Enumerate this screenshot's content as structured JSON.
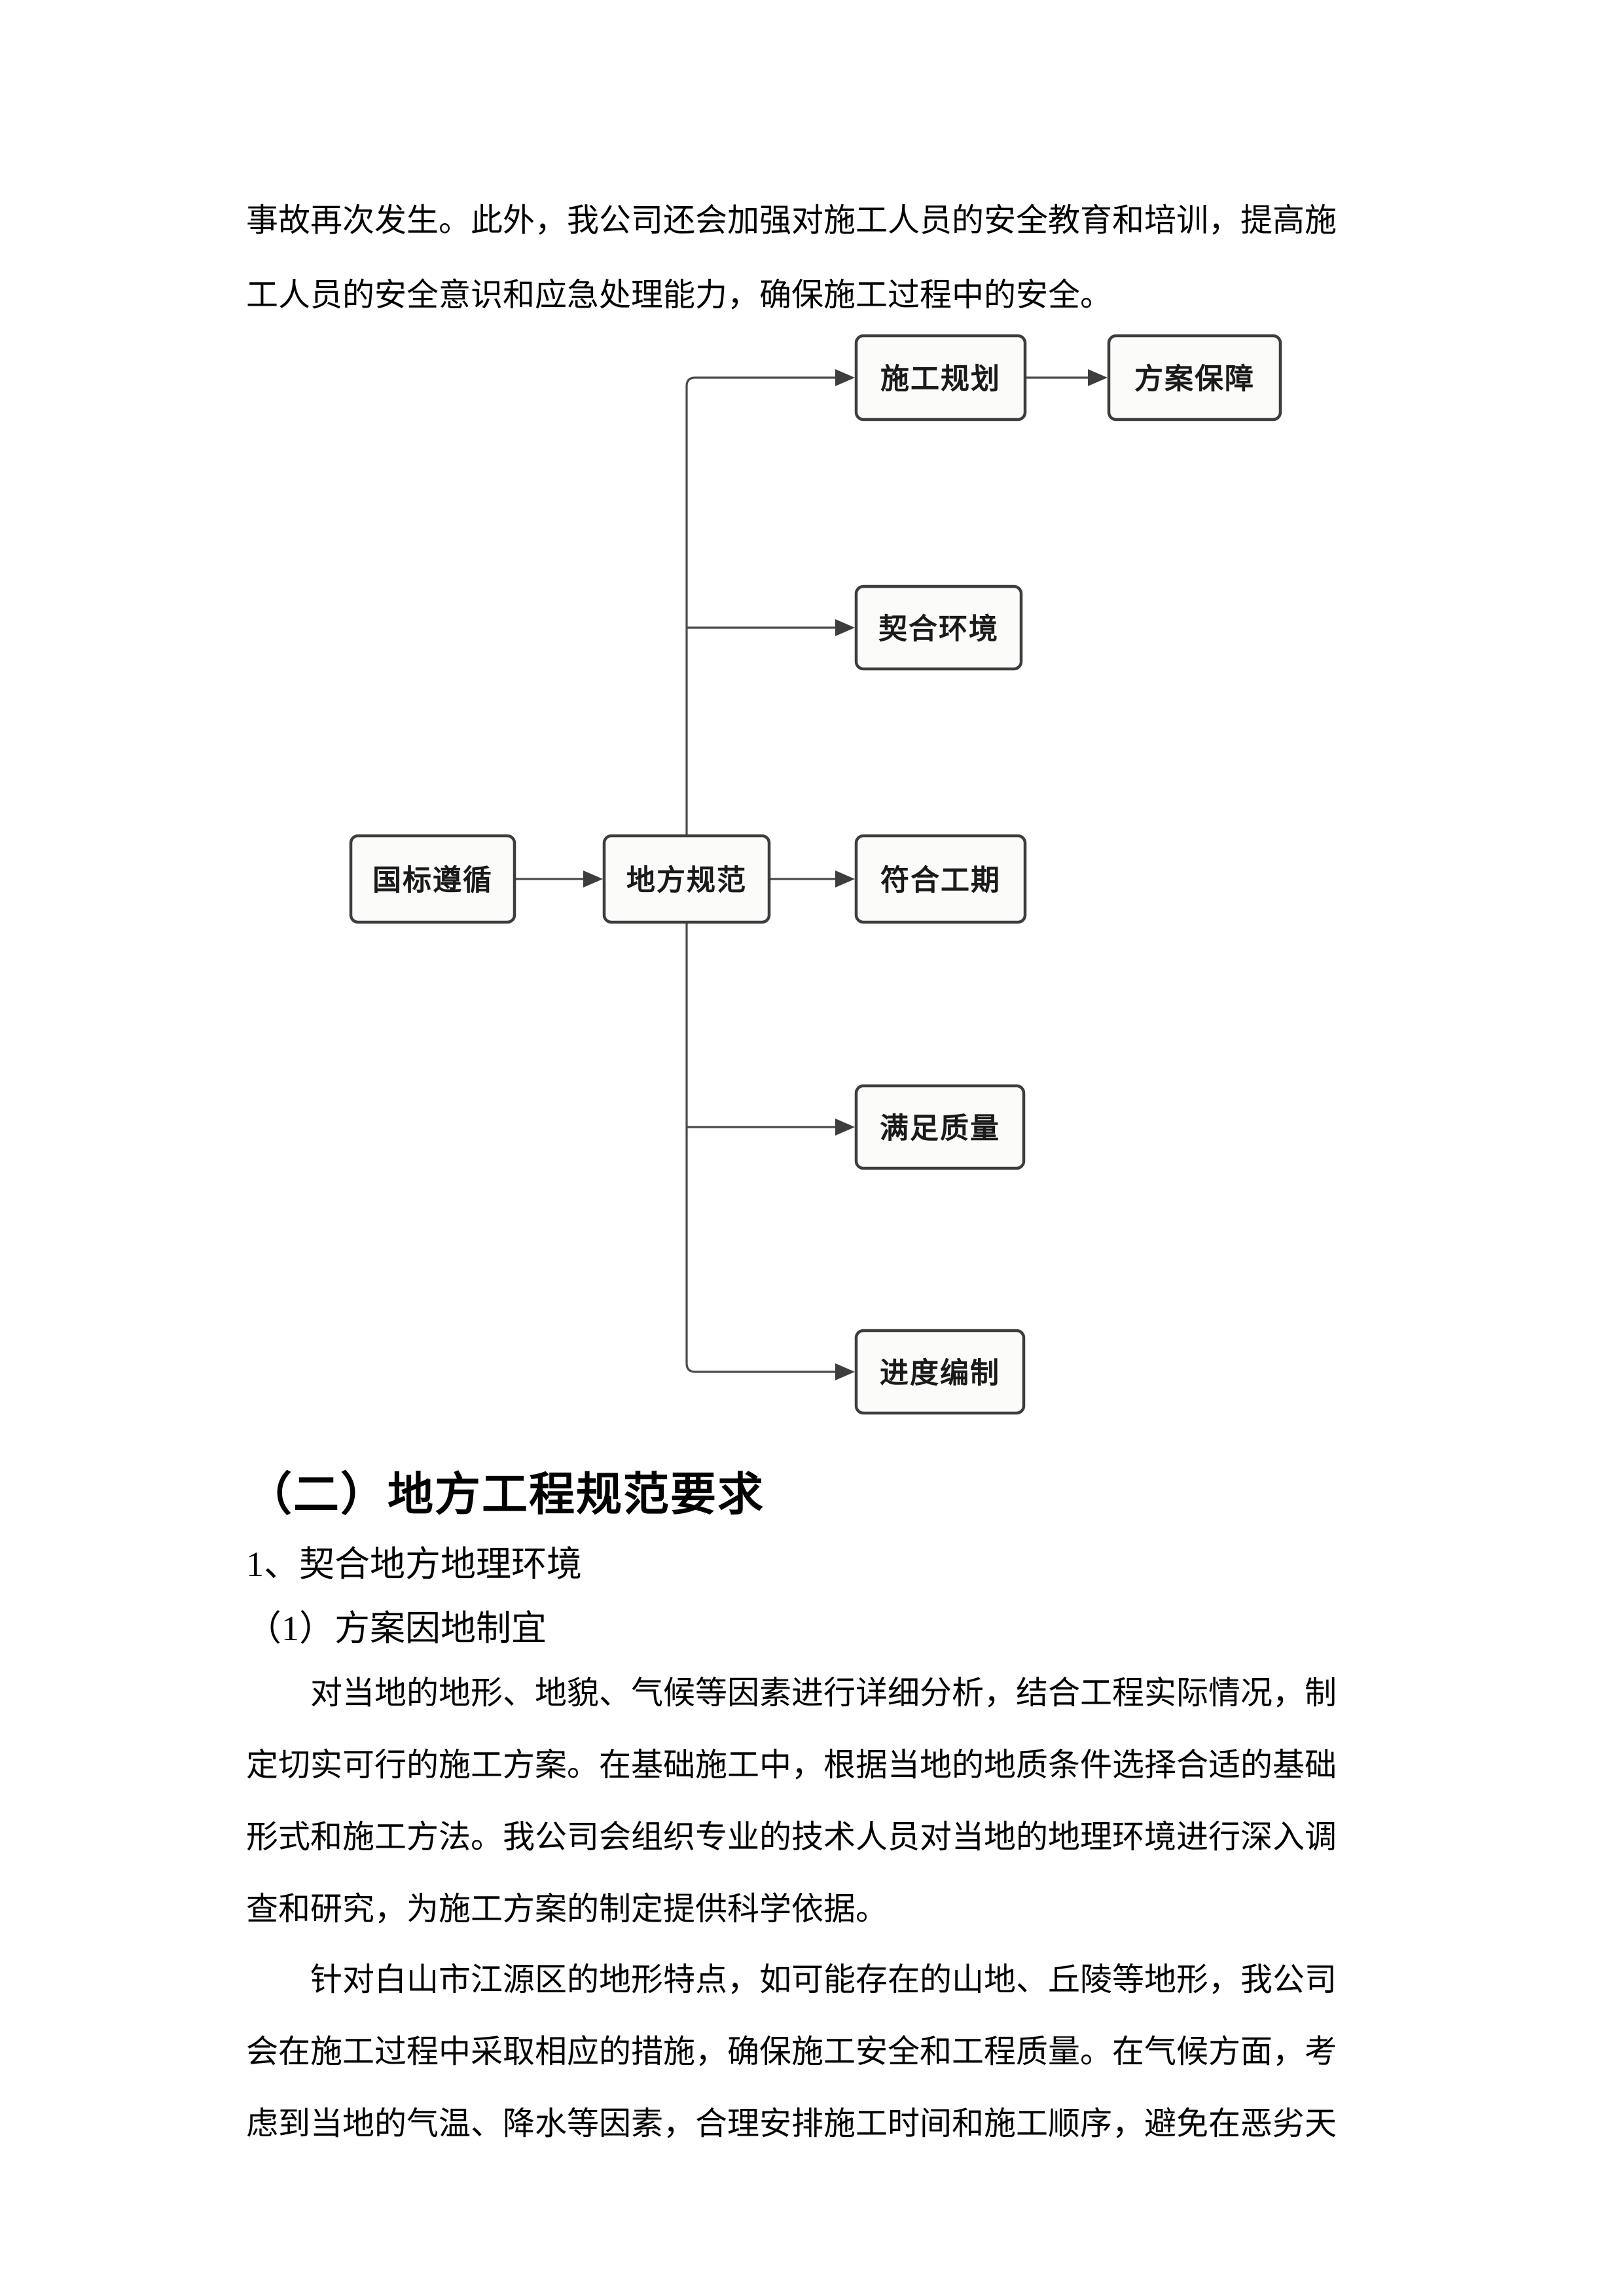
{
  "document": {
    "intro_paragraph": "事故再次发生。此外，我公司还会加强对施工人员的安全教育和培训，提高施\n工人员的安全意识和应急处理能力，确保施工过程中的安全。",
    "section_heading": "（二）地方工程规范要求",
    "numbered_item": "1、契合地方地理环境",
    "point_item": "（1）方案因地制宜",
    "body_paragraph_1": "对当地的地形、地貌、气候等因素进行详细分析，结合工程实际情况，制\n定切实可行的施工方案。在基础施工中，根据当地的地质条件选择合适的基础\n形式和施工方法。我公司会组织专业的技术人员对当地的地理环境进行深入调\n查和研究，为施工方案的制定提供科学依据。",
    "body_paragraph_2": "针对白山市江源区的地形特点，如可能存在的山地、丘陵等地形，我公司\n会在施工过程中采取相应的措施，确保施工安全和工程质量。在气候方面，考\n虑到当地的气温、降水等因素，合理安排施工时间和施工顺序，避免在恶劣天"
  },
  "flowchart": {
    "nodes": [
      {
        "id": "construction-planning",
        "label": "施工规划"
      },
      {
        "id": "plan-guarantee",
        "label": "方案保障"
      },
      {
        "id": "fit-environment",
        "label": "契合环境"
      },
      {
        "id": "national-standard",
        "label": "国标遵循"
      },
      {
        "id": "local-code",
        "label": "地方规范"
      },
      {
        "id": "meet-schedule",
        "label": "符合工期"
      },
      {
        "id": "meet-quality",
        "label": "满足质量"
      },
      {
        "id": "schedule-preparation",
        "label": "进度编制"
      }
    ],
    "edges": [
      {
        "from": "国标遵循",
        "to": "地方规范"
      },
      {
        "from": "地方规范",
        "to": "施工规划"
      },
      {
        "from": "施工规划",
        "to": "方案保障"
      },
      {
        "from": "地方规范",
        "to": "契合环境"
      },
      {
        "from": "地方规范",
        "to": "符合工期"
      },
      {
        "from": "地方规范",
        "to": "满足质量"
      },
      {
        "from": "地方规范",
        "to": "进度编制"
      }
    ],
    "colors": {
      "connector_line": "#4a4a4a",
      "box_border": "#3d3d3d",
      "box_fill": "#fbfbfa",
      "label_text": "#1a1a1a",
      "page_background": "#ffffff"
    }
  }
}
